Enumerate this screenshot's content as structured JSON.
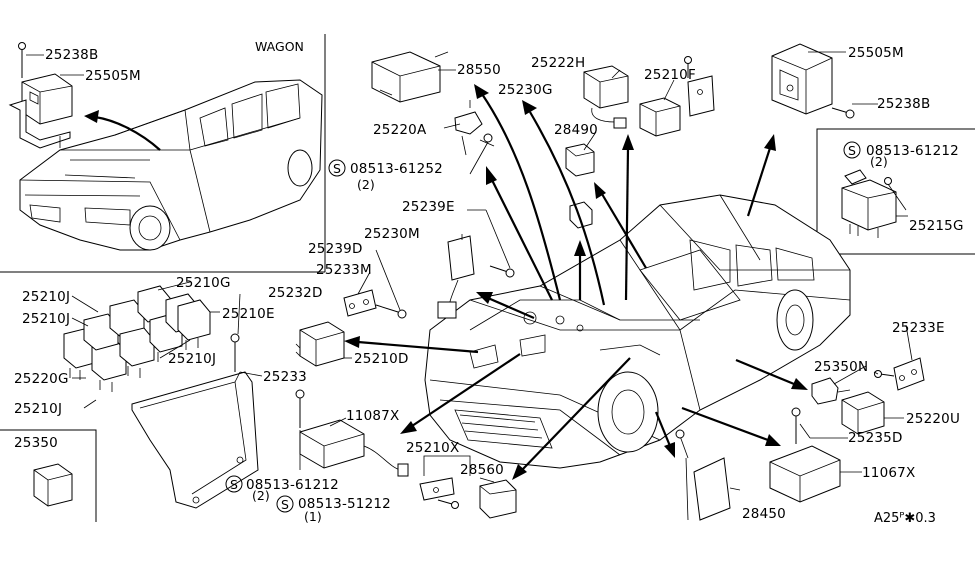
{
  "panels": {
    "wagon_label": "WAGON"
  },
  "labels": {
    "p25238B_top": "25238B",
    "p25505M_top": "25505M",
    "p28550": "28550",
    "p25222H": "25222H",
    "p25210F": "25210F",
    "p25505M_right": "25505M",
    "p25230G": "25230G",
    "p25220A": "25220A",
    "p28490": "28490",
    "p25238B_right": "25238B",
    "p08513_61252": "08513-61252",
    "q08513_61252": "(2)",
    "p08513_61212_right": "08513-61212",
    "q08513_61212_right": "(2)",
    "p25239E": "25239E",
    "p25230M": "25230M",
    "p25239D": "25239D",
    "p25215G": "25215G",
    "p25233M": "25233M",
    "p25210G": "25210G",
    "p25210J_1": "25210J",
    "p25232D": "25232D",
    "p25210J_2": "25210J",
    "p25210E": "25210E",
    "p25210J_3": "25210J",
    "p25210D": "25210D",
    "p25233E": "25233E",
    "p25220G": "25220G",
    "p25233": "25233",
    "p25350N": "25350N",
    "p25210J_4": "25210J",
    "p11087X": "11087X",
    "p25220U": "25220U",
    "p25350": "25350",
    "p25235D": "25235D",
    "p25210X": "25210X",
    "p28560": "28560",
    "p11067X": "11067X",
    "p08513_61212_bottom": "08513-61212",
    "q08513_61212_bottom": "(2)",
    "p08513_51212": "08513-51212",
    "q08513_51212": "(1)",
    "p28450": "28450"
  },
  "footer": {
    "diagram_code": "A25ᴾ✱0.3"
  }
}
